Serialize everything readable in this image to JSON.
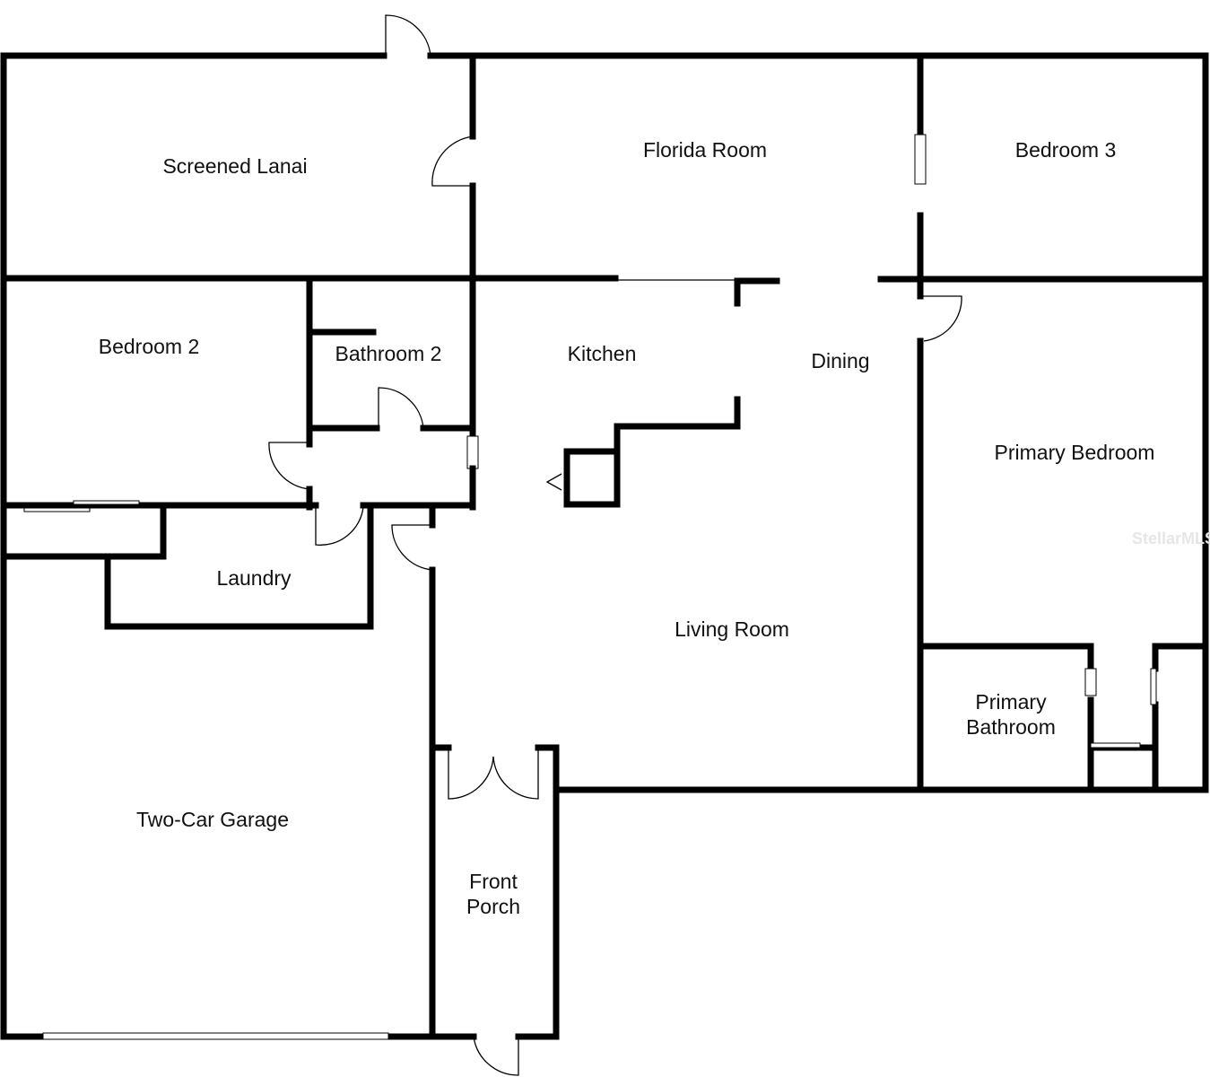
{
  "rooms": {
    "screened_lanai": "Screened Lanai",
    "florida_room": "Florida Room",
    "bedroom_3": "Bedroom 3",
    "bedroom_2": "Bedroom 2",
    "bathroom_2": "Bathroom 2",
    "kitchen": "Kitchen",
    "dining": "Dining",
    "primary_bedroom": "Primary Bedroom",
    "laundry": "Laundry",
    "living_room": "Living Room",
    "primary_bathroom_1": "Primary",
    "primary_bathroom_2": "Bathroom",
    "two_car_garage": "Two-Car Garage",
    "front_porch_1": "Front",
    "front_porch_2": "Porch"
  },
  "watermark": "StellarMLS"
}
